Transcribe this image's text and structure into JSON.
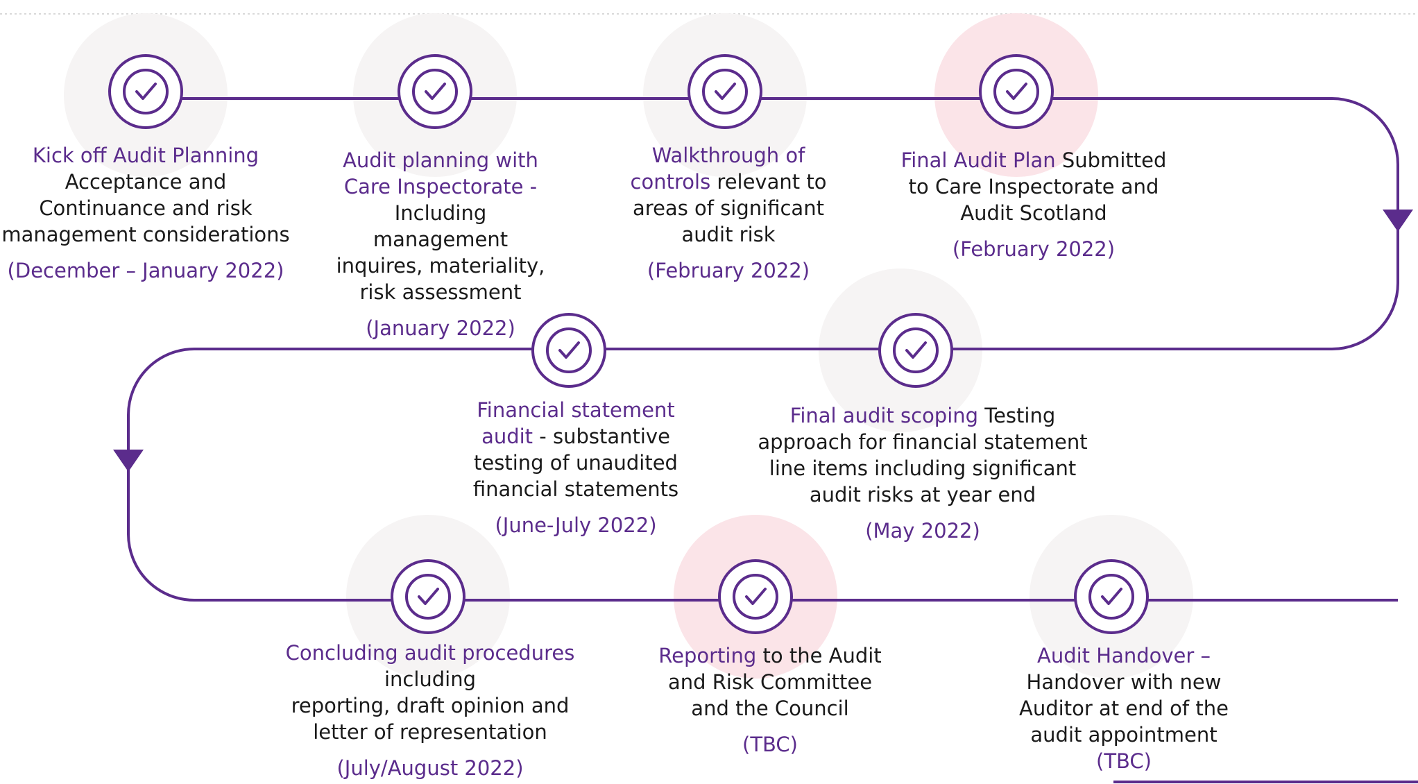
{
  "colors": {
    "accent": "#5b2c8c",
    "circle_muted": "#f6f4f4",
    "circle_highlight": "#fbe4e8",
    "divider": "#d9d9d9",
    "text": "#1a1a1a"
  },
  "milestones": [
    {
      "highlight": "Kick off Audit Planning",
      "lines": [
        "Acceptance and",
        "Continuance and risk",
        "management considerations"
      ],
      "date": "(December – January 2022)",
      "halo": "muted"
    },
    {
      "highlight": "Audit planning with Care Inspectorate  -",
      "lines": [
        "Including",
        "management",
        "inquires, materiality,",
        "risk assessment"
      ],
      "date": "(January 2022)",
      "halo": "muted"
    },
    {
      "highlight": "Walkthrough of controls",
      "lines": [
        "relevant to",
        "areas of significant",
        "audit risk"
      ],
      "date": "(February 2022)",
      "halo": "muted"
    },
    {
      "highlight": "Final Audit Plan",
      "lines": [
        "Submitted",
        "to Care Inspectorate and",
        "Audit Scotland"
      ],
      "date": "(February 2022)",
      "halo": "highlight"
    },
    {
      "highlight": "Final audit scoping",
      "lines": [
        "Testing",
        "approach for financial statement",
        "line items including  significant",
        "audit risks at year end"
      ],
      "date": "(May 2022)",
      "halo": "muted"
    },
    {
      "highlight": "Financial statement audit",
      "lines": [
        "- substantive",
        "testing of unaudited",
        "financial statements"
      ],
      "date": "(June-July 2022)",
      "halo": "none"
    },
    {
      "highlight": "Concluding audit procedures",
      "lines": [
        "including",
        "reporting, draft opinion and",
        "letter of representation"
      ],
      "date": "(July/August 2022)",
      "halo": "muted"
    },
    {
      "highlight": "Reporting",
      "lines": [
        "to the Audit",
        "and Risk Committee",
        "and the Council"
      ],
      "date": "(TBC)",
      "halo": "highlight"
    },
    {
      "highlight": "Audit Handover –",
      "lines": [
        "Handover with new",
        "Auditor at end of the",
        "audit appointment"
      ],
      "date": "(TBC)",
      "halo": "muted"
    }
  ]
}
